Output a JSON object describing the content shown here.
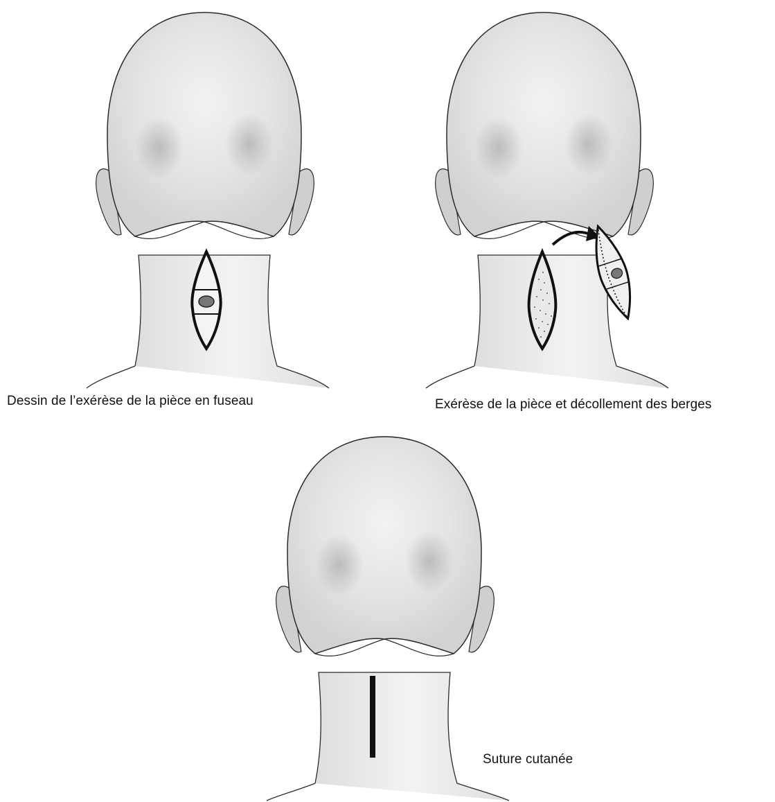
{
  "captions": {
    "step1": "Dessin de l’exérèse de la pièce en fuseau",
    "step2": "Exérèse de la pièce et décollement des berges",
    "step3": "Suture cutanée"
  },
  "colors": {
    "skin": "#ececec",
    "shade": "#bdbdbd",
    "outline": "#2a2a2a",
    "ink": "#111111"
  }
}
